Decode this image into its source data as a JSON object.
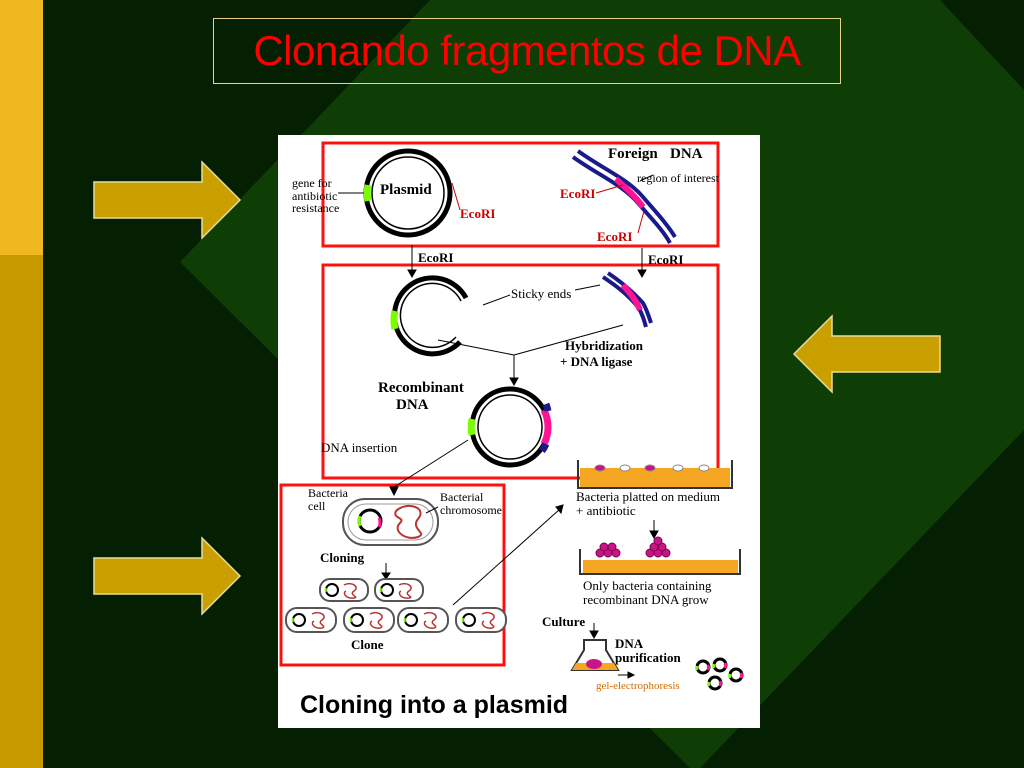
{
  "slide": {
    "title": "Clonando fragmentos de DNA",
    "colors": {
      "title": "#ff0000",
      "background": "#0f3d06",
      "dark_triangle": "#051f02",
      "gold_bar": "#f0b820",
      "arrow": "#c9a000",
      "highlight_box": "#ff1010"
    }
  },
  "arrows": [
    {
      "direction": "right",
      "icon": "arrow-right-icon"
    },
    {
      "direction": "left",
      "icon": "arrow-left-icon"
    },
    {
      "direction": "right",
      "icon": "arrow-right-icon"
    }
  ],
  "figure": {
    "caption": "Cloning into a plasmid",
    "labels": {
      "gene_resistance": [
        "gene for",
        "antibiotic",
        "resistance"
      ],
      "plasmid": "Plasmid",
      "ecori": "EcoRI",
      "foreign": "Foreign",
      "dna": "DNA",
      "region_of_interest": "region of interest",
      "sticky_ends": "Sticky ends",
      "hybridization": "Hybridization",
      "dna_ligase": "+ DNA ligase",
      "recombinant": "Recombinant",
      "recombinant_dna": "DNA",
      "dna_insertion": "DNA insertion",
      "bacteria_cell": [
        "Bacteria",
        "cell"
      ],
      "bacterial_chromosome": [
        "Bacterial",
        "chromosome"
      ],
      "cloning": "Cloning",
      "clone": "Clone",
      "bacteria_platted": [
        "Bacteria platted on medium",
        "+ antibiotic"
      ],
      "only_bacteria": [
        "Only bacteria containing",
        "recombinant DNA grow"
      ],
      "culture": "Culture",
      "dna_purification": [
        "DNA",
        "purification"
      ],
      "gel_electrophoresis": "gel-electrophoresis"
    }
  }
}
